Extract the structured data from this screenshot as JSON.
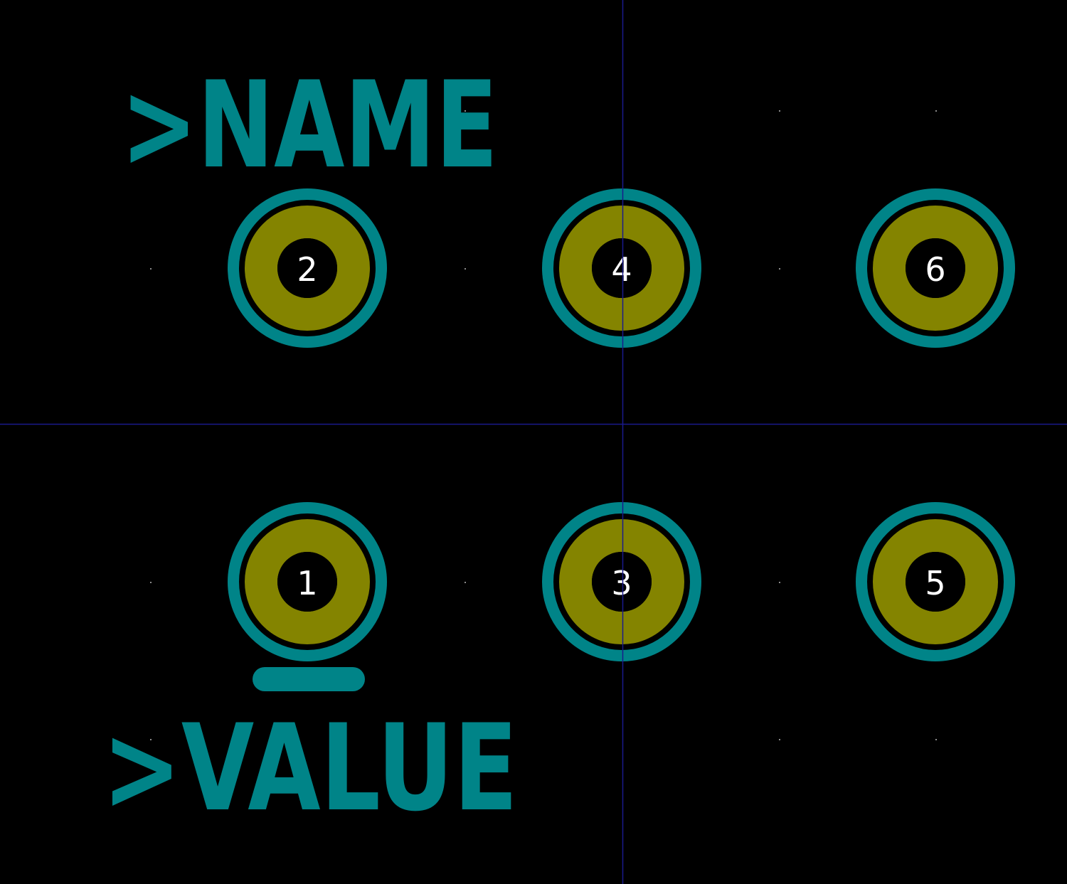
{
  "footprint": {
    "name_label": ">NAME",
    "value_label": ">VALUE"
  },
  "pads": [
    {
      "number": "2"
    },
    {
      "number": "4"
    },
    {
      "number": "6"
    },
    {
      "number": "1"
    },
    {
      "number": "3"
    },
    {
      "number": "5"
    }
  ],
  "colors": {
    "background": "#000000",
    "silkscreen": "#008488",
    "copper_pad": "#848400",
    "drill_hole": "#000000",
    "pad_number": "#ffffff",
    "axis": "#1a1a8c",
    "grid_dot": "#8c8c8c"
  }
}
